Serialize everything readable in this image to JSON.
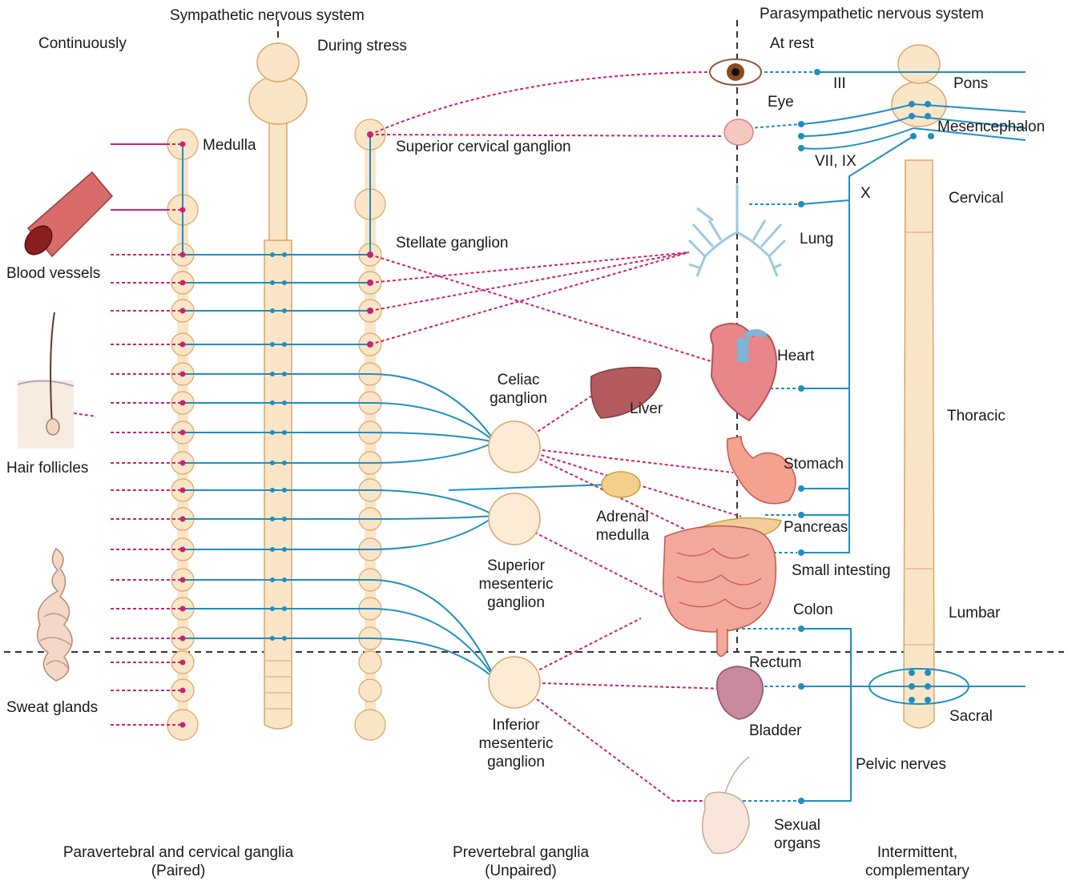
{
  "headers": {
    "sympathetic": "Sympathetic nervous system",
    "parasympathetic": "Parasympathetic nervous system",
    "continuously": "Continuously",
    "during_stress": "During stress",
    "at_rest": "At rest"
  },
  "sympathetic": {
    "medulla": "Medulla",
    "superior_cervical": "Superior cervical ganglion",
    "stellate": "Stellate ganglion",
    "celiac_line1": "Celiac",
    "celiac_line2": "ganglion",
    "sup_mes_line1": "Superior",
    "sup_mes_line2": "mesenteric",
    "sup_mes_line3": "ganglion",
    "inf_mes_line1": "Inferior",
    "inf_mes_line2": "mesenteric",
    "inf_mes_line3": "ganglion"
  },
  "targets_left": {
    "blood_vessels": "Blood vessels",
    "hair_follicles": "Hair follicles",
    "sweat_glands": "Sweat glands"
  },
  "organs": {
    "eye": "Eye",
    "lung": "Lung",
    "heart": "Heart",
    "liver": "Liver",
    "adrenal_line1": "Adrenal",
    "adrenal_line2": "medulla",
    "stomach": "Stomach",
    "pancreas": "Pancreas",
    "small_int": "Small intesting",
    "colon": "Colon",
    "rectum": "Rectum",
    "bladder": "Bladder",
    "sexual_line1": "Sexual",
    "sexual_line2": "organs"
  },
  "parasympathetic": {
    "nerve_iii": "III",
    "nerve_vii_ix": "VII, IX",
    "nerve_x": "X",
    "pons": "Pons",
    "mesencephalon": "Mesencephalon",
    "cervical": "Cervical",
    "thoracic": "Thoracic",
    "lumbar": "Lumbar",
    "sacral": "Sacral",
    "pelvic_nerves": "Pelvic nerves"
  },
  "footer": {
    "paravertebral_line1": "Paravertebral and cervical ganglia",
    "paravertebral_line2": "(Paired)",
    "prevertebral_line1": "Prevertebral ganglia",
    "prevertebral_line2": "(Unpaired)",
    "intermittent_line1": "Intermittent,",
    "intermittent_line2": "complementary"
  },
  "colors": {
    "sympathetic_fiber": "#c8246e",
    "parasympathetic_fiber": "#1e8fbf",
    "cord_fill": "#fbe5c7",
    "cord_stroke": "#d9a56a",
    "divider": "#333333"
  }
}
